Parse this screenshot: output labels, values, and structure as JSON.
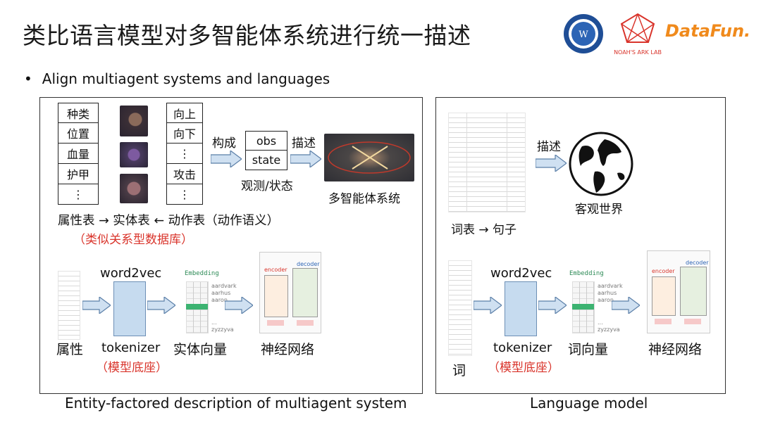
{
  "title": "类比语言模型对多智能体系统进行统一描述",
  "logos": {
    "noahs_ark": "NOAH'S ARK LAB",
    "datafun": "DataFun."
  },
  "bullet": "Align multiagent systems and languages",
  "left_panel": {
    "attr_table": [
      "种类",
      "位置",
      "血量",
      "护甲",
      "⋮"
    ],
    "action_table": [
      "向上",
      "向下",
      "⋮",
      "攻击",
      "⋮"
    ],
    "compose_label": "构成",
    "obs": "obs",
    "state": "state",
    "obs_state_caption": "观测/状态",
    "describe_label": "描述",
    "mas_caption": "多智能体系统",
    "tables_caption": "属性表 → 实体表 ← 动作表（动作语义）",
    "tables_note": "（类似关系型数据库）",
    "word2vec": "word2vec",
    "tokenizer": "tokenizer",
    "model_base": "（模型底座）",
    "attr_label": "属性",
    "entity_vec_label": "实体向量",
    "nn_label": "神经网络",
    "embedding": "Embedding",
    "emb_words": [
      "aardvark",
      "aarhus",
      "aaron",
      "...",
      "zyzzyva"
    ],
    "encoder": "encoder",
    "decoder": "decoder",
    "caption": "Entity-factored description of multiagent system"
  },
  "right_panel": {
    "describe_label": "描述",
    "world_caption": "客观世界",
    "vocab_caption": "词表 → 句子",
    "word2vec": "word2vec",
    "tokenizer": "tokenizer",
    "model_base": "（模型底座）",
    "word_label": "词",
    "word_vec_label": "词向量",
    "nn_label": "神经网络",
    "embedding": "Embedding",
    "emb_words": [
      "aardvark",
      "aarhus",
      "aaron",
      "...",
      "zyzzyva"
    ],
    "encoder": "encoder",
    "decoder": "decoder",
    "caption": "Language model"
  },
  "colors": {
    "accent_red": "#d9342b",
    "arrow_fill": "#cfe0f1",
    "arrow_stroke": "#5b7fa8",
    "datafun_orange": "#f08a1c"
  }
}
